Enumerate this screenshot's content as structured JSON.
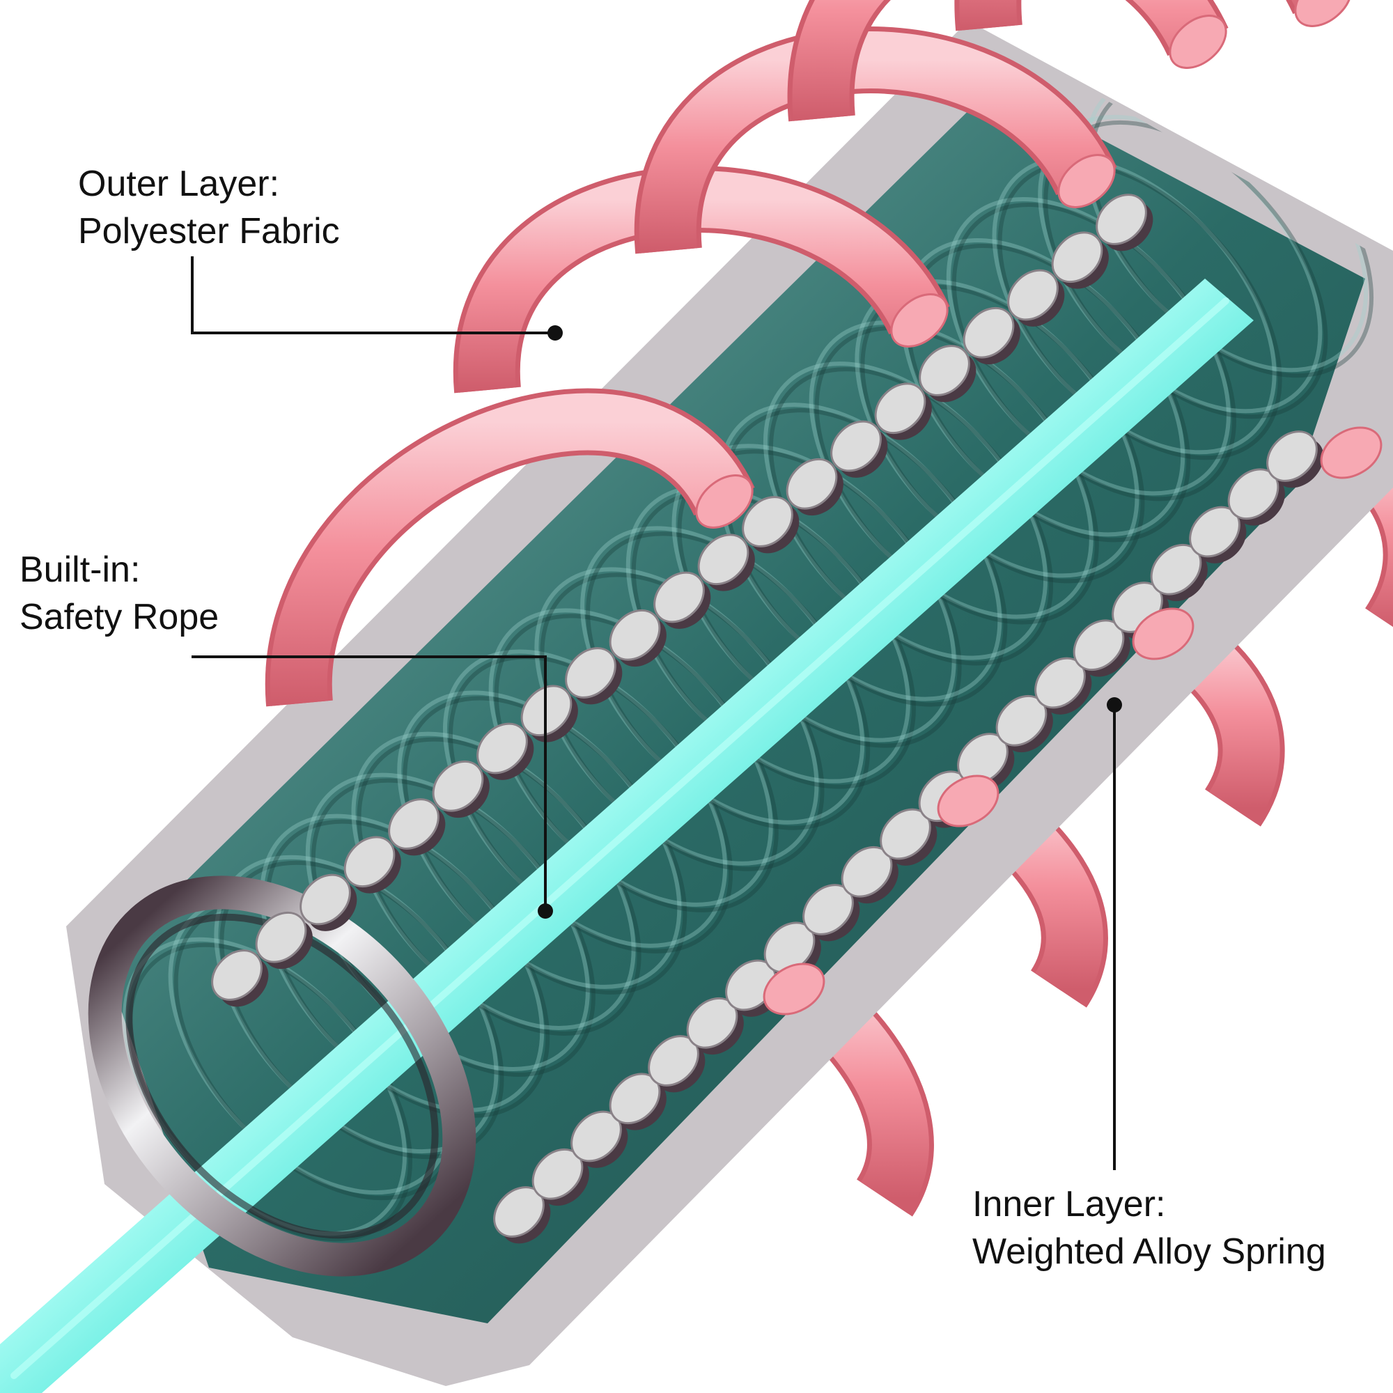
{
  "labels": {
    "outer": {
      "line1": "Outer Layer:",
      "line2": "Polyester Fabric"
    },
    "rope": {
      "line1": "Built-in:",
      "line2": "Safety Rope"
    },
    "inner": {
      "line1": "Inner Layer:",
      "line2": "Weighted Alloy Spring"
    }
  },
  "colors": {
    "fabric": "#f4909c",
    "fabric_highlight": "#fbd0d6",
    "fabric_shadow": "#cf5d6c",
    "spring_light": "#f2f2f4",
    "spring_dark": "#4a3a44",
    "spring_mid": "#a9a2a8",
    "spring_cap": "#dcdcdc",
    "interior": "#2b6b66",
    "rope": "#35e0d2",
    "rope_highlight": "#b5fff7",
    "leader": "#111111"
  }
}
